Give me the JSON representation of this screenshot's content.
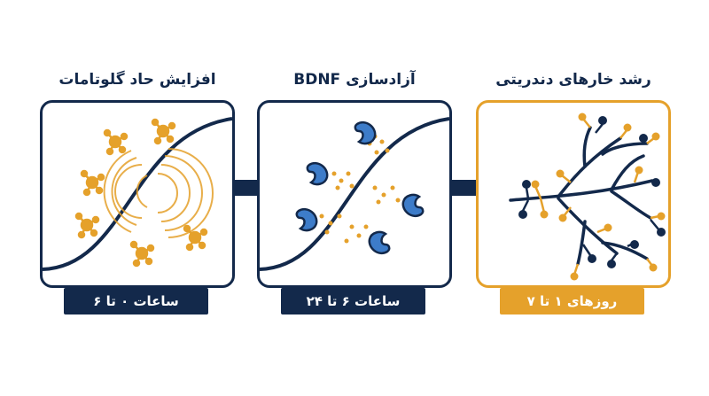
{
  "stages": [
    {
      "title": "افزایش حاد گلوتامات",
      "label": "ساعات ۰ تا ۶"
    },
    {
      "title": "آزادسازی BDNF",
      "label": "ساعات ۶ تا ۲۴"
    },
    {
      "title": "رشد خارهای دندریتی",
      "label": "روزهای ۱ تا ۷"
    }
  ],
  "colors": {
    "navy": "#13294b",
    "orange": "#e5a12b",
    "blue": "#3d7cc9"
  }
}
